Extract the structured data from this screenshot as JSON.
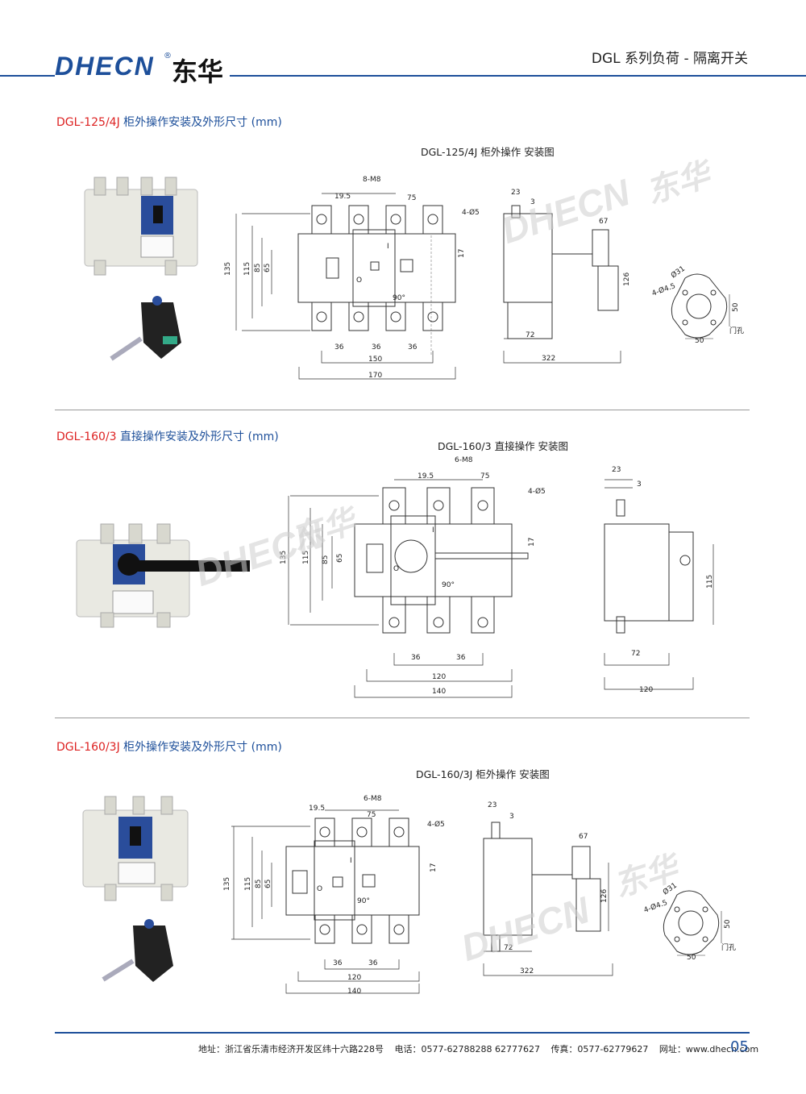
{
  "header": {
    "logo_text": "DHECN",
    "logo_cn": "东华",
    "reg_mark": "®",
    "doc_title": "DGL 系列负荷 - 隔离开关"
  },
  "sections": [
    {
      "model": "DGL-125/4J",
      "desc": " 柜外操作安装及外形尺寸 (mm)",
      "caption": "DGL-125/4J 柜外操作 安装图",
      "dims": {
        "front": [
          "8-M8",
          "19.5",
          "75",
          "4-Ø5",
          "135",
          "115",
          "85",
          "65",
          "17",
          "90°",
          "36",
          "36",
          "36",
          "150",
          "170",
          "I",
          "O"
        ],
        "side": [
          "23",
          "3",
          "67",
          "126",
          "72",
          "322"
        ],
        "hole": [
          "Ø31",
          "4-Ø4.5",
          "50",
          "50",
          "门孔"
        ]
      }
    },
    {
      "model": "DGL-160/3",
      "desc": " 直接操作安装及外形尺寸 (mm)",
      "caption": "DGL-160/3 直接操作 安装图",
      "dims": {
        "front": [
          "6-M8",
          "19.5",
          "75",
          "4-Ø5",
          "135",
          "115",
          "85",
          "65",
          "17",
          "90°",
          "36",
          "36",
          "120",
          "140",
          "I",
          "O"
        ],
        "side": [
          "23",
          "3",
          "115",
          "72",
          "120"
        ]
      }
    },
    {
      "model": "DGL-160/3J",
      "desc": " 柜外操作安装及外形尺寸 (mm)",
      "caption": "DGL-160/3J 柜外操作 安装图",
      "dims": {
        "front": [
          "6-M8",
          "19.5",
          "75",
          "4-Ø5",
          "135",
          "115",
          "85",
          "65",
          "17",
          "90°",
          "36",
          "36",
          "120",
          "140",
          "I",
          "O"
        ],
        "side": [
          "23",
          "3",
          "67",
          "126",
          "72",
          "322"
        ],
        "hole": [
          "Ø31",
          "4-Ø4.5",
          "50",
          "50",
          "门孔"
        ]
      }
    }
  ],
  "footer": {
    "address": "地址：浙江省乐清市经济开发区纬十六路228号",
    "phone": "电话：0577-62788288   62777627",
    "fax": "传真：0577-62779627",
    "web": "网址：www.dhecn.com",
    "page": "05"
  },
  "colors": {
    "brand_blue": "#1d4f9a",
    "model_red": "#d22222"
  }
}
